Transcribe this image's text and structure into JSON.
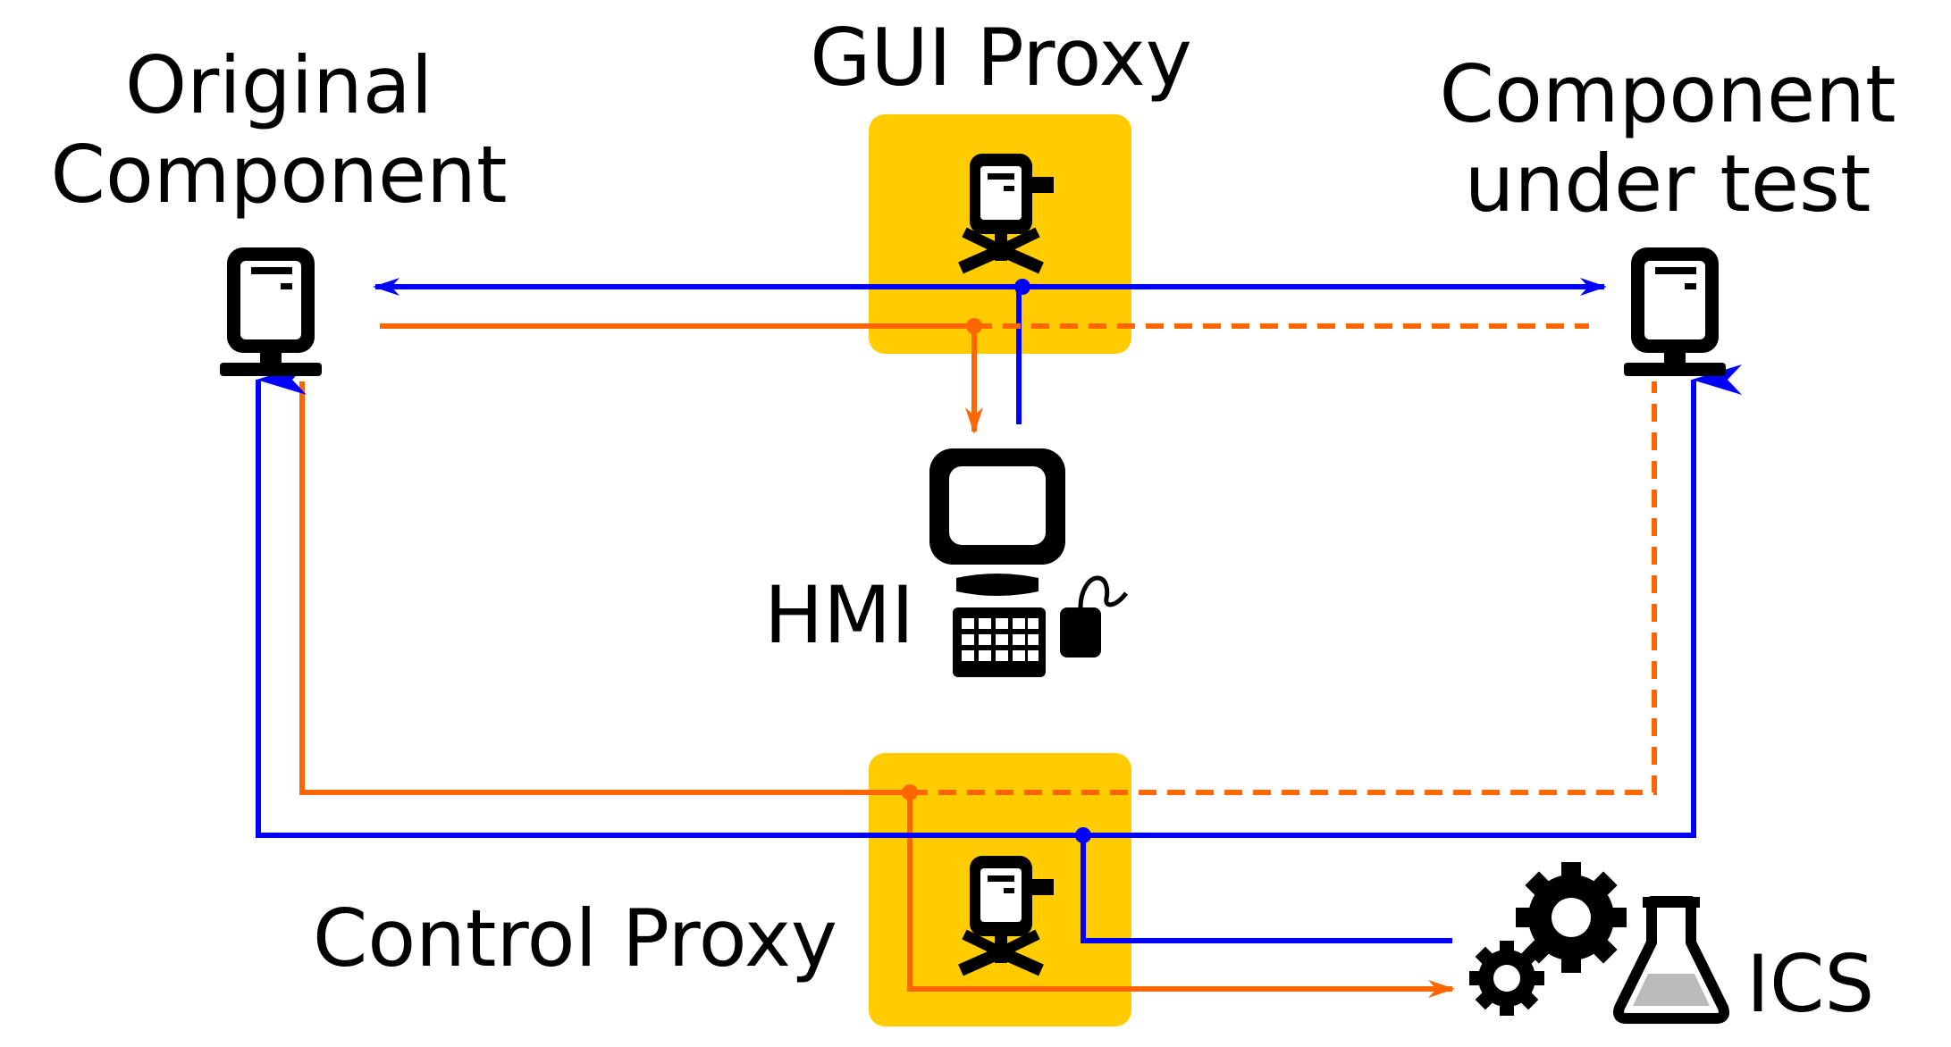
{
  "labels": {
    "original_line1": "Original",
    "original_line2": "Component",
    "gui_proxy": "GUI Proxy",
    "cut_line1": "Component",
    "cut_line2": "under test",
    "hmi": "HMI",
    "control_proxy": "Control Proxy",
    "ics": "ICS"
  },
  "colors": {
    "proxy_box": "#FFCC00",
    "blue_line": "#0000FF",
    "orange_line": "#FF6600",
    "icon": "#000000",
    "flask_liquid": "#BBBBBB"
  },
  "icons": {
    "original_component": "computer-tower-icon",
    "component_under_test": "computer-tower-icon",
    "gui_proxy": "proxy-agent-icon",
    "control_proxy": "proxy-agent-icon",
    "hmi": "workstation-icon",
    "ics": "gears-flask-icon"
  }
}
